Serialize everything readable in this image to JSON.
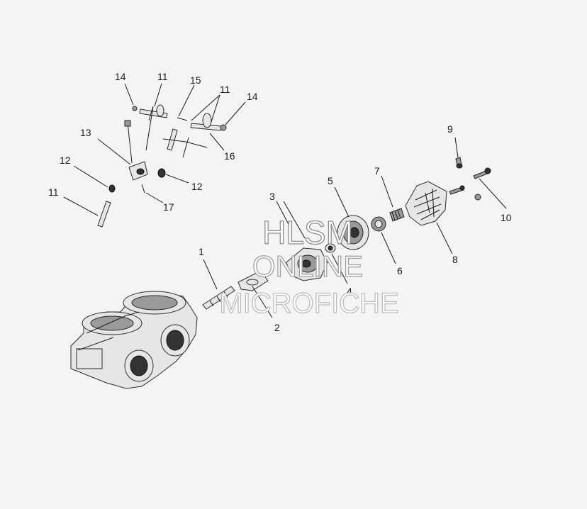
{
  "callouts": [
    "1",
    "2",
    "3",
    "4",
    "5",
    "6",
    "7",
    "8",
    "9",
    "10",
    "11",
    "12",
    "13",
    "14",
    "15",
    "16",
    "17"
  ],
  "watermark": {
    "line1": "HLSM",
    "line2": "ONLINE",
    "line3": "MICROFICHE"
  },
  "colors": {
    "background": "#f4f4f4",
    "line": "#1a1a1a",
    "watermark_outline": "#a0a0a0"
  }
}
